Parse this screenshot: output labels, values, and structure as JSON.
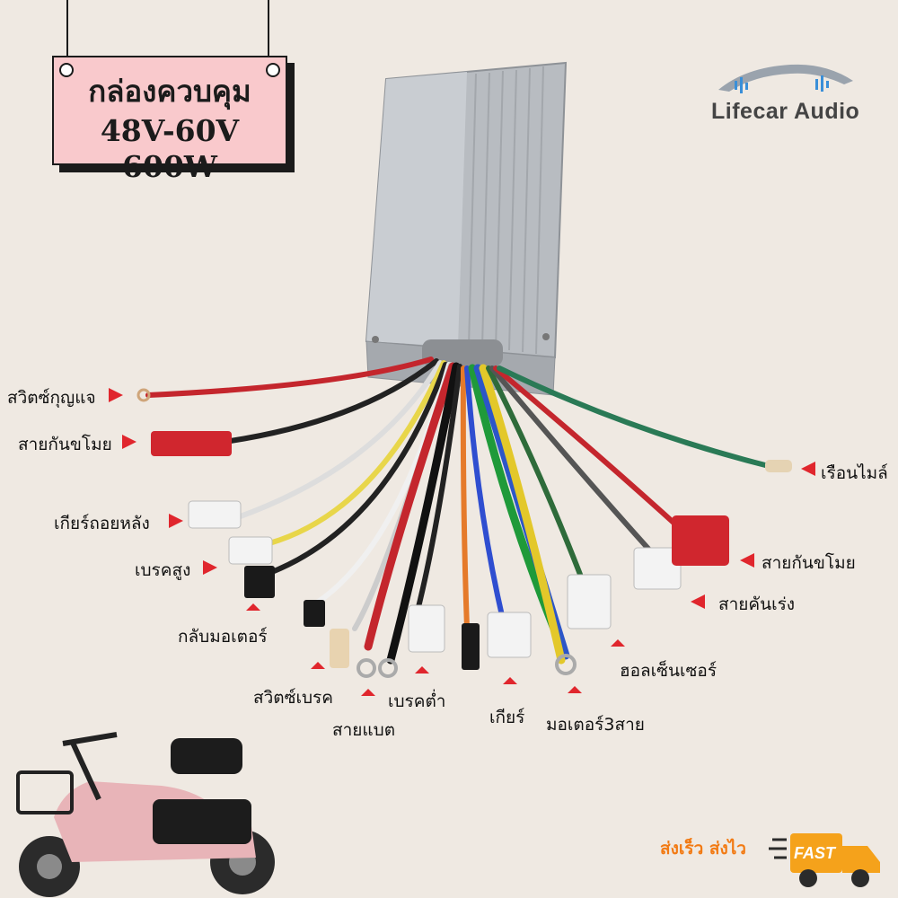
{
  "sign": {
    "line1": "กล่องควบคุม",
    "line2": "48V-60V 600W"
  },
  "brand": {
    "name": "Lifecar Audio"
  },
  "labels": {
    "ignition": "สวิตซ์กุญแจ",
    "antitheft_left": "สายกันขโมย",
    "reverse": "เกียร์ถอยหลัง",
    "high_brake": "เบรคสูง",
    "motor_reverse": "กลับมอเตอร์",
    "brake_switch": "สวิตซ์เบรค",
    "battery": "สายแบต",
    "low_brake": "เบรคต่ำ",
    "gear": "เกียร์",
    "motor3": "มอเตอร์3สาย",
    "hall": "ฮอลเซ็นเซอร์",
    "throttle": "สายคันเร่ง",
    "antitheft_right": "สายกันขโมย",
    "mileage": "เรือนไมล์"
  },
  "promo": {
    "text": "ส่งเร็ว ส่งไว",
    "badge": "FAST"
  },
  "colors": {
    "accent_arrow": "#e0262d",
    "sign_bg": "#f9c9cc",
    "promo": "#f27a13"
  }
}
